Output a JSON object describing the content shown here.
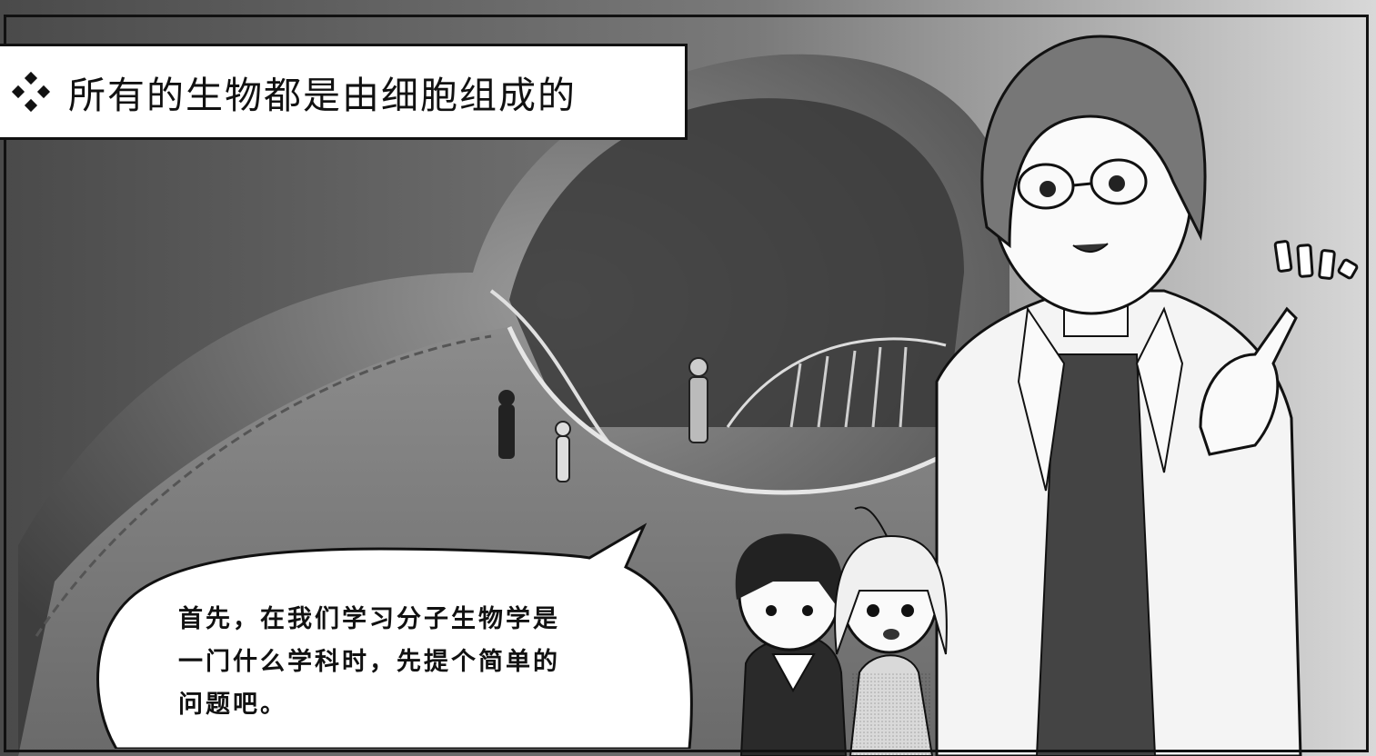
{
  "caption": {
    "title": "所有的生物都是由细胞组成的",
    "icon": "diamond-cluster-icon"
  },
  "speech_bubble": {
    "lines": [
      "首先，在我们学习分子生物学是",
      "一门什么学科时，先提个简单的",
      "问题吧。"
    ]
  },
  "colors": {
    "ink": "#111111",
    "paper": "#ffffff",
    "tone_dark": "#555555",
    "tone_mid": "#8a8a8a",
    "tone_light": "#c8c8c8"
  }
}
